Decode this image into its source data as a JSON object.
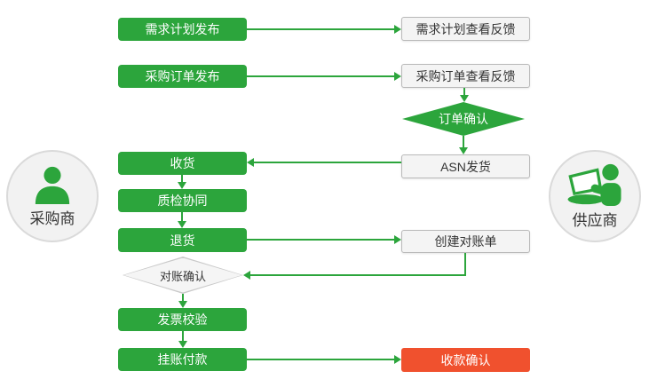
{
  "actors": {
    "buyer": {
      "label": "采购商",
      "icon": "person-icon"
    },
    "supplier": {
      "label": "供应商",
      "icon": "person-laptop-icon"
    }
  },
  "nodes": {
    "demand_plan_release": {
      "label": "需求计划发布",
      "shape": "process",
      "fill": "green"
    },
    "demand_plan_feedback": {
      "label": "需求计划查看反馈",
      "shape": "process",
      "fill": "white"
    },
    "po_release": {
      "label": "采购订单发布",
      "shape": "process",
      "fill": "green"
    },
    "po_feedback": {
      "label": "采购订单查看反馈",
      "shape": "process",
      "fill": "white"
    },
    "order_confirm": {
      "label": "订单确认",
      "shape": "decision",
      "fill": "green"
    },
    "asn_ship": {
      "label": "ASN发货",
      "shape": "process",
      "fill": "white"
    },
    "receive": {
      "label": "收货",
      "shape": "process",
      "fill": "green"
    },
    "quality_collab": {
      "label": "质检协同",
      "shape": "process",
      "fill": "green"
    },
    "return_goods": {
      "label": "退货",
      "shape": "process",
      "fill": "green"
    },
    "create_statement": {
      "label": "创建对账单",
      "shape": "process",
      "fill": "white"
    },
    "statement_confirm": {
      "label": "对账确认",
      "shape": "decision",
      "fill": "white"
    },
    "invoice_verify": {
      "label": "发票校验",
      "shape": "process",
      "fill": "green"
    },
    "pay_on_account": {
      "label": "挂账付款",
      "shape": "process",
      "fill": "green"
    },
    "receipt_confirm": {
      "label": "收款确认",
      "shape": "process",
      "fill": "red"
    }
  },
  "edges": [
    {
      "from": "demand_plan_release",
      "to": "demand_plan_feedback"
    },
    {
      "from": "po_release",
      "to": "po_feedback"
    },
    {
      "from": "po_feedback",
      "to": "order_confirm"
    },
    {
      "from": "order_confirm",
      "to": "asn_ship"
    },
    {
      "from": "asn_ship",
      "to": "receive"
    },
    {
      "from": "receive",
      "to": "quality_collab"
    },
    {
      "from": "quality_collab",
      "to": "return_goods"
    },
    {
      "from": "return_goods",
      "to": "create_statement"
    },
    {
      "from": "create_statement",
      "to": "statement_confirm"
    },
    {
      "from": "statement_confirm",
      "to": "invoice_verify"
    },
    {
      "from": "invoice_verify",
      "to": "pay_on_account"
    },
    {
      "from": "pay_on_account",
      "to": "receipt_confirm"
    }
  ],
  "colors": {
    "accent_green": "#2ca53c",
    "accent_red": "#f0512e",
    "white_node_bg": "#f4f4f4",
    "white_node_border": "#b9b9b9",
    "text_dark": "#333333",
    "actor_circle_bg": "#f2f2f2",
    "actor_circle_border": "#dadada"
  }
}
